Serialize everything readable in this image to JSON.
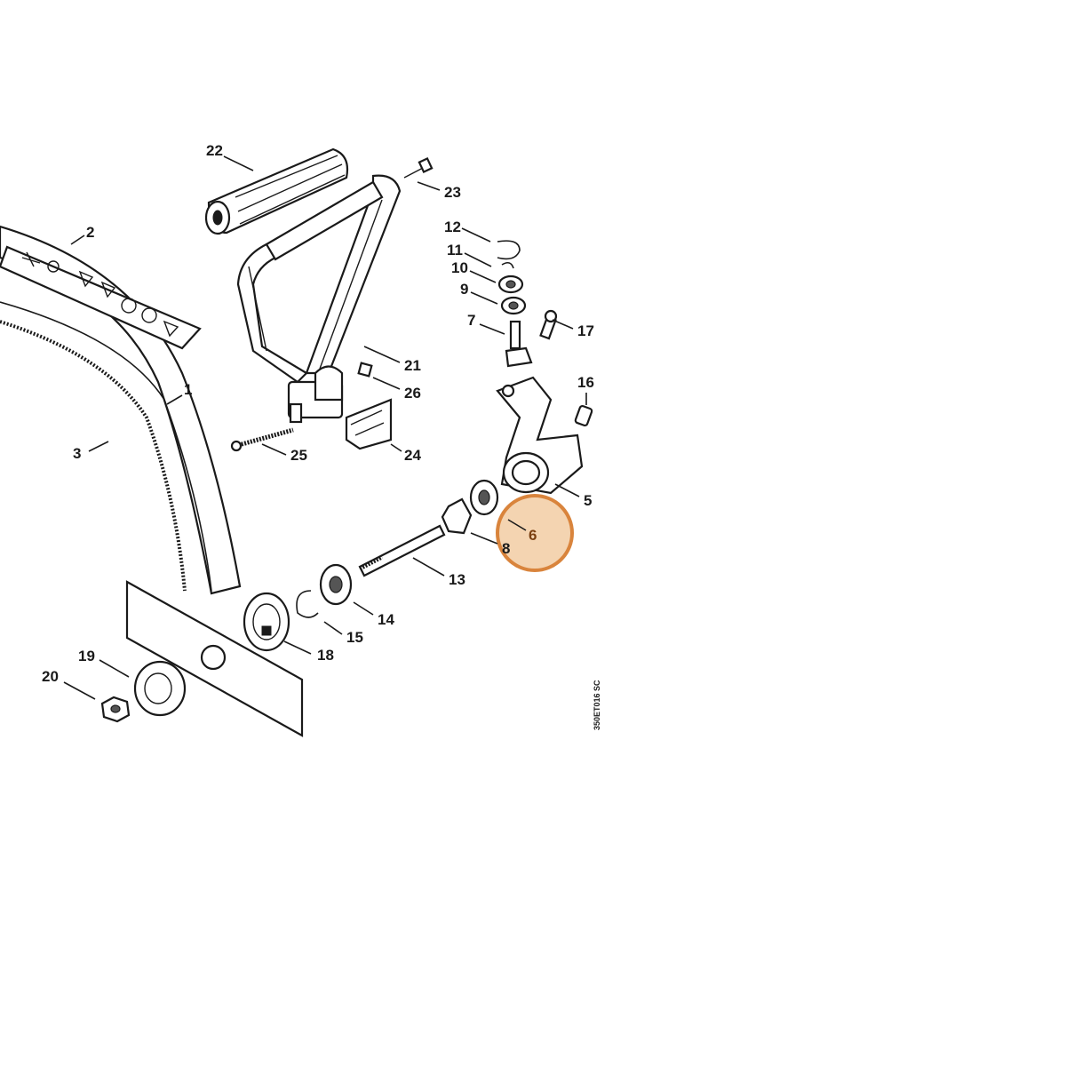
{
  "diagram": {
    "drawing_code": "350ET016 SC",
    "highlight": {
      "label": "6",
      "color": "#d9843c",
      "fill": "#f3cfa8"
    },
    "colors": {
      "ink": "#1a1a1a",
      "background": "#ffffff"
    },
    "parts": [
      {
        "id": "1",
        "label": "1"
      },
      {
        "id": "2",
        "label": "2"
      },
      {
        "id": "3",
        "label": "3"
      },
      {
        "id": "5",
        "label": "5"
      },
      {
        "id": "6",
        "label": "6"
      },
      {
        "id": "7",
        "label": "7"
      },
      {
        "id": "8",
        "label": "8"
      },
      {
        "id": "9",
        "label": "9"
      },
      {
        "id": "10",
        "label": "10"
      },
      {
        "id": "11",
        "label": "11"
      },
      {
        "id": "12",
        "label": "12"
      },
      {
        "id": "13",
        "label": "13"
      },
      {
        "id": "14",
        "label": "14"
      },
      {
        "id": "15",
        "label": "15"
      },
      {
        "id": "16",
        "label": "16"
      },
      {
        "id": "17",
        "label": "17"
      },
      {
        "id": "18",
        "label": "18"
      },
      {
        "id": "19",
        "label": "19"
      },
      {
        "id": "20",
        "label": "20"
      },
      {
        "id": "21",
        "label": "21"
      },
      {
        "id": "22",
        "label": "22"
      },
      {
        "id": "23",
        "label": "23"
      },
      {
        "id": "24",
        "label": "24"
      },
      {
        "id": "25",
        "label": "25"
      },
      {
        "id": "26",
        "label": "26"
      }
    ]
  }
}
